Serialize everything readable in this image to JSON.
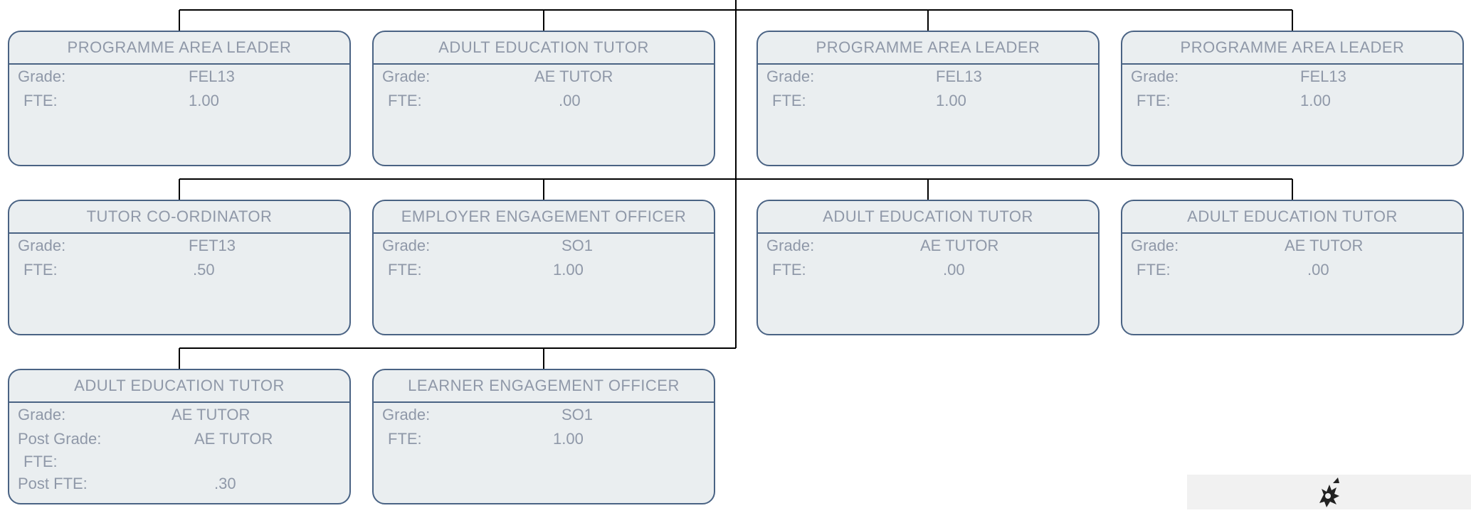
{
  "cards": [
    {
      "title": "PROGRAMME AREA LEADER",
      "rows": [
        {
          "label": "Grade:",
          "value": "FEL13"
        },
        {
          "label": "FTE:",
          "value": "1.00"
        }
      ]
    },
    {
      "title": "ADULT EDUCATION TUTOR",
      "rows": [
        {
          "label": "Grade:",
          "value": "AE TUTOR"
        },
        {
          "label": "FTE:",
          "value": ".00"
        }
      ]
    },
    {
      "title": "PROGRAMME AREA LEADER",
      "rows": [
        {
          "label": "Grade:",
          "value": "FEL13"
        },
        {
          "label": "FTE:",
          "value": "1.00"
        }
      ]
    },
    {
      "title": "PROGRAMME AREA LEADER",
      "rows": [
        {
          "label": "Grade:",
          "value": "FEL13"
        },
        {
          "label": "FTE:",
          "value": "1.00"
        }
      ]
    },
    {
      "title": "TUTOR CO-ORDINATOR",
      "rows": [
        {
          "label": "Grade:",
          "value": "FET13"
        },
        {
          "label": "FTE:",
          "value": ".50"
        }
      ]
    },
    {
      "title": "EMPLOYER ENGAGEMENT OFFICER",
      "rows": [
        {
          "label": "Grade:",
          "value": "SO1"
        },
        {
          "label": "FTE:",
          "value": "1.00"
        }
      ]
    },
    {
      "title": "ADULT EDUCATION TUTOR",
      "rows": [
        {
          "label": "Grade:",
          "value": "AE TUTOR"
        },
        {
          "label": "FTE:",
          "value": ".00"
        }
      ]
    },
    {
      "title": "ADULT EDUCATION TUTOR",
      "rows": [
        {
          "label": "Grade:",
          "value": "AE TUTOR"
        },
        {
          "label": "FTE:",
          "value": ".00"
        }
      ]
    },
    {
      "title": "ADULT EDUCATION TUTOR",
      "rows": [
        {
          "label": "Grade:",
          "value": "AE TUTOR"
        },
        {
          "label": "Post Grade:",
          "value": "AE TUTOR"
        },
        {
          "label": "FTE:",
          "value": ""
        },
        {
          "label": "Post FTE:",
          "value": ".30"
        }
      ]
    },
    {
      "title": "LEARNER ENGAGEMENT OFFICER",
      "rows": [
        {
          "label": "Grade:",
          "value": "SO1"
        },
        {
          "label": "FTE:",
          "value": "1.00"
        }
      ]
    }
  ],
  "colors": {
    "card_border": "#4a6384",
    "card_fill": "#eaeef0",
    "text": "#8f98a8",
    "connector": "#000000"
  }
}
